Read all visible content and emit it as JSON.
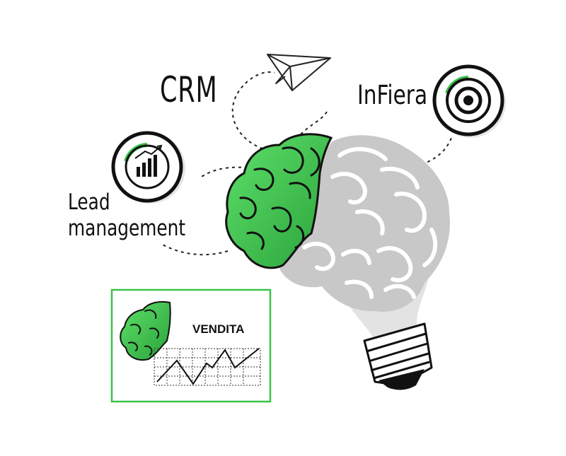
{
  "labels": {
    "crm": "CRM",
    "infiera": "InFiera",
    "lead_line1": "Lead",
    "lead_line2": "management",
    "vendita": "VENDITA"
  },
  "colors": {
    "brain_green": "#3cc24a",
    "brain_gray": "#c8c8c8",
    "outline": "#111111",
    "card_border": "#3cc24a"
  },
  "icons": [
    "paper-plane-icon",
    "target-icon",
    "bar-chart-icon",
    "brain-bulb-icon",
    "mini-brain-icon",
    "line-chart-icon"
  ]
}
